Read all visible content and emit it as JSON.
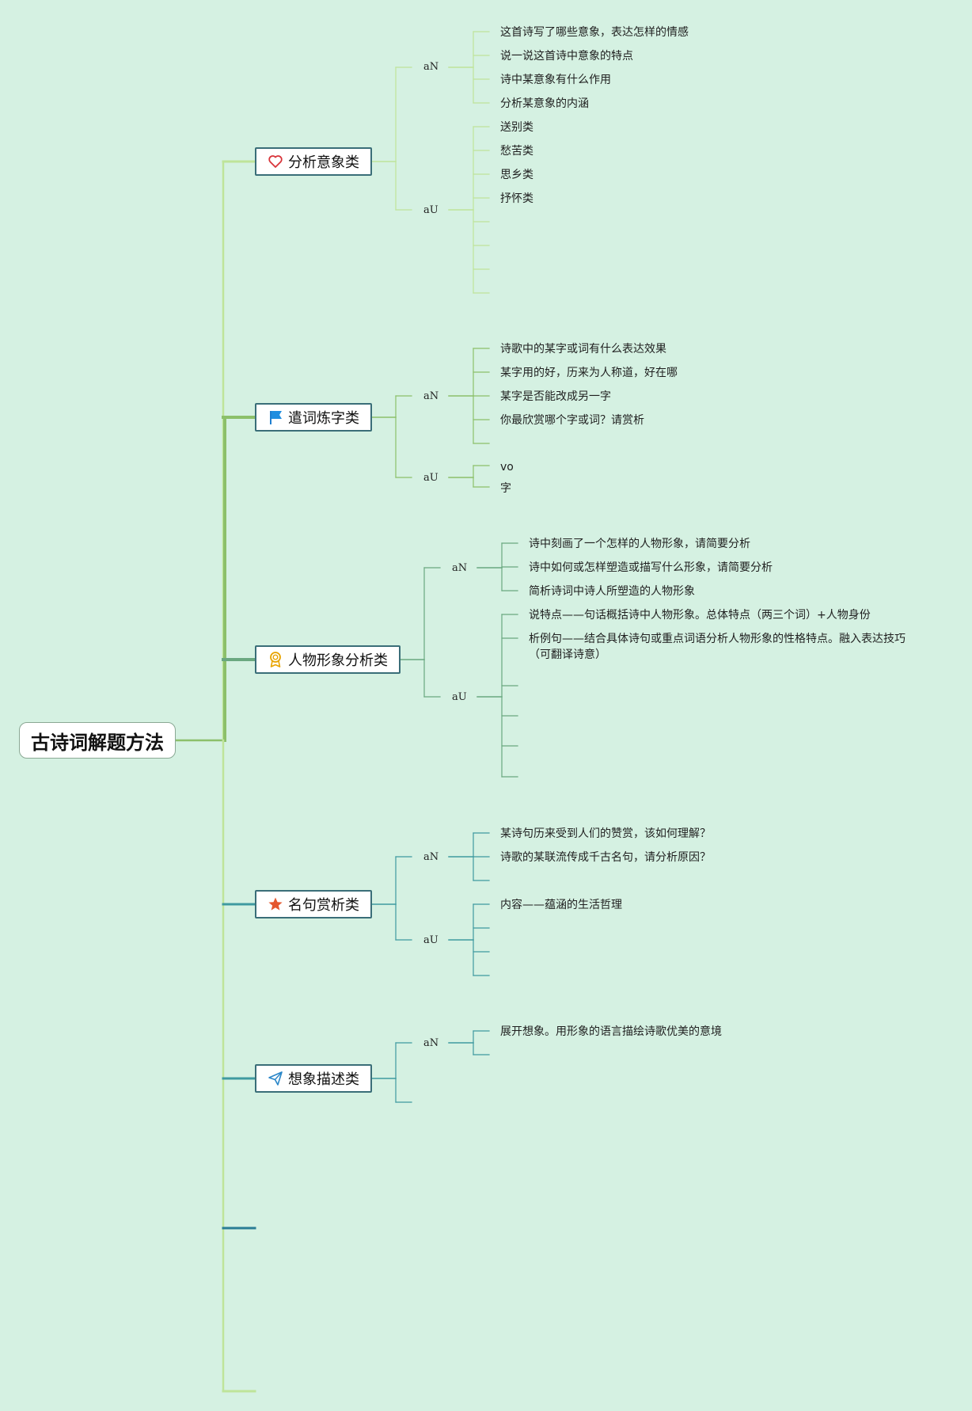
{
  "root": {
    "label": "古诗词解题方法"
  },
  "topics": [
    {
      "label": "分析意象类",
      "icon": "heart-icon",
      "subs": [
        {
          "label": "aN",
          "leaves": [
            "这首诗写了哪些意象，表达怎样的情感",
            "说一说这首诗中意象的特点",
            "诗中某意象有什么作用",
            "分析某意象的内涵"
          ]
        },
        {
          "label": "aU",
          "leaves": [
            "送别类",
            "愁苦类",
            "思乡类",
            "抒怀类"
          ]
        }
      ]
    },
    {
      "label": "遣词炼字类",
      "icon": "flag-icon",
      "subs": [
        {
          "label": "aN",
          "leaves": [
            "诗歌中的某字或词有什么表达效果",
            "某字用的好，历来为人称道，好在哪",
            "某字是否能改成另一字",
            "你最欣赏哪个字或词？请赏析"
          ]
        },
        {
          "label": "aU",
          "leaves": [
            "vo",
            "字"
          ]
        }
      ]
    },
    {
      "label": "人物形象分析类",
      "icon": "award-icon",
      "subs": [
        {
          "label": "aN",
          "leaves": [
            "诗中刻画了一个怎样的人物形象，请简要分析",
            "诗中如何或怎样塑造或描写什么形象，请简要分析",
            "简析诗词中诗人所塑造的人物形象"
          ]
        },
        {
          "label": "aU",
          "leaves": [
            "说特点——句话概括诗中人物形象。总体特点（两三个词）+人物身份",
            "析例句——结合具体诗句或重点词语分析人物形象的性格特点。融入表达技巧（可翻译诗意）"
          ]
        }
      ]
    },
    {
      "label": "名句赏析类",
      "icon": "star-icon",
      "subs": [
        {
          "label": "aN",
          "leaves": [
            "某诗句历来受到人们的赞赏，该如何理解？",
            "诗歌的某联流传成千古名句，请分析原因？"
          ]
        },
        {
          "label": "aU",
          "leaves": [
            "内容——蕴涵的生活哲理"
          ]
        }
      ]
    },
    {
      "label": "想象描述类",
      "icon": "paper-plane-icon",
      "subs": [
        {
          "label": "aN",
          "leaves": [
            "展开想象。用形象的语言描绘诗歌优美的意境"
          ]
        }
      ]
    }
  ],
  "colors": {
    "background": "#d5f1e2",
    "branch_light": "#bfe49a",
    "branch_green": "#8cc06a",
    "branch_mid": "#6aa880",
    "branch_teal": "#3f9aa0",
    "branch_blue": "#2a7d95"
  }
}
